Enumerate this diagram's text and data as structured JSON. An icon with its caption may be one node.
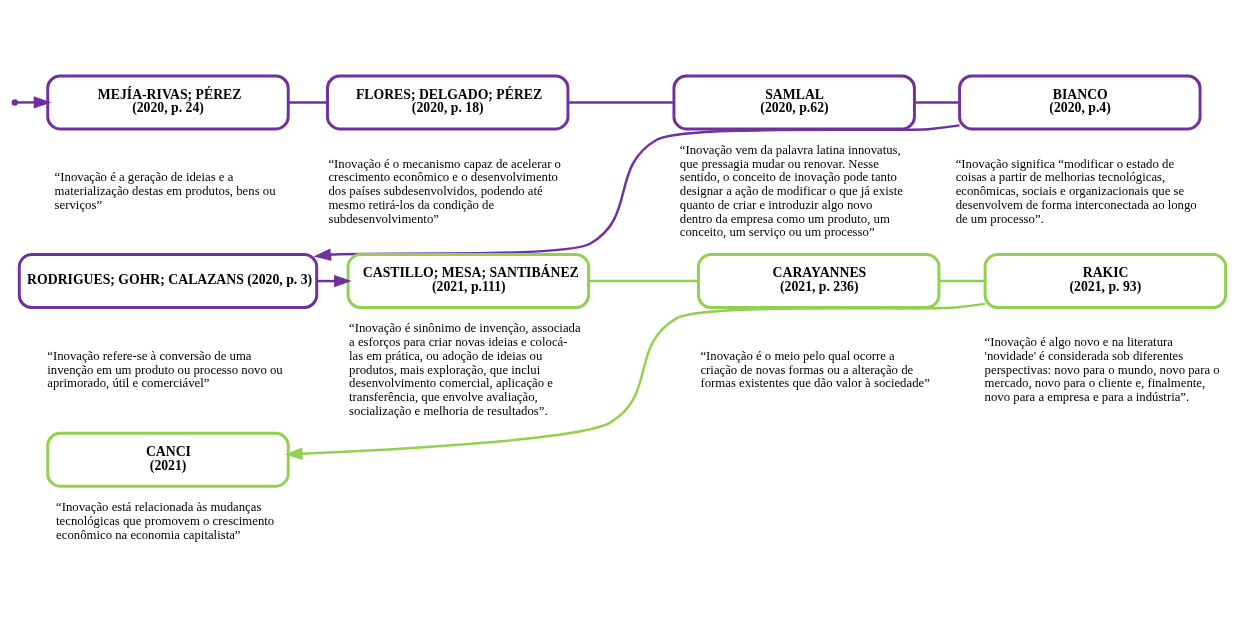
{
  "diagram": {
    "nodes": [
      {
        "text": [
          "MEJÍA-RIVAS; PÉREZ",
          "(2020, p. 24)"
        ],
        "beside": [
          "“Inovação é a geração de ideias e a materialização destas em produtos, bens ou serviços”"
        ]
      },
      {
        "text": [
          "FLORES; DELGADO; PÉREZ",
          "(2020, p. 18)"
        ],
        "beside": [
          "“Inovação é o mecanismo capaz de acelerar o crescimento econômico e o desenvolvimento dos países subdesenvolvidos, podendo até mesmo retirá-los da condição de subdesenvolvimento”"
        ]
      },
      {
        "text": [
          "SAMLAL",
          "(2020, p.62)"
        ],
        "beside": [
          "“Inovação vem da palavra latina innovatus, que pressagia mudar ou renovar. Nesse sentido, o conceito de inovação pode tanto designar a ação de modificar o que já existe quanto de criar e introduzir algo novo dentro da empresa como um produto, um conceito, um serviço ou um processo”"
        ]
      },
      {
        "text": [
          "BIANCO",
          "(2020, p.4)"
        ],
        "beside": [
          "“Inovação significa “modificar o estado de coisas a partir de melhorias tecnológicas, econômicas, sociais e organizacionais que se desenvolvem de forma interconectada ao longo de um processo”."
        ]
      },
      {
        "text": [
          "RODRIGUES; GOHR; CALAZANS (2020, p. 3)"
        ],
        "beside": [
          "“Inovação refere-se à conversão de uma invenção em um produto ou processo novo ou aprimorado, útil e comerciável”"
        ]
      },
      {
        "text": [
          "CASTILLO; MESA; SANTIBÁNEZ",
          "(2021, p.111)"
        ],
        "beside": [
          "“Inovação é sinônimo de invenção, associada a esforços para criar novas ideias e colocá-las em prática, ou adoção de ideias ou produtos, mais exploração, que inclui desenvolvimento comercial, aplicação e transferência, que envolve avaliação, socialização e melhoria de resultados”."
        ]
      },
      {
        "text": [
          "CARAYANNES",
          "(2021, p. 236)"
        ],
        "beside": [
          "“Inovação é o meio pelo qual ocorre a criação de novas formas ou a alteração de formas existentes que dão valor à sociedade”"
        ]
      },
      {
        "text": [
          "RAKIC",
          "(2021, p. 93)"
        ],
        "beside": [
          "“Inovação é algo novo e na literatura 'novidade' é considerada sob diferentes perspectivas: novo para o mundo, novo para o mercado, novo para o cliente e, finalmente, novo para a empresa e para a indústria”."
        ]
      },
      {
        "text": [
          "CANCI",
          "(2021)"
        ],
        "beside": [
          "“Inovação está relacionada às mudanças tecnológicas que promovem o crescimento econômico na economia capitalista”"
        ]
      }
    ],
    "edges": [
      {
        "from": null,
        "to": 0,
        "arrow": "to"
      },
      {
        "from": 0,
        "to": 1,
        "arrow": "none"
      },
      {
        "from": 1,
        "to": 2,
        "arrow": "none"
      },
      {
        "from": 2,
        "to": 3,
        "arrow": "none"
      },
      {
        "from": 3,
        "to": 4,
        "arrow": "to"
      },
      {
        "from": 4,
        "to": 5,
        "arrow": "to"
      },
      {
        "from": 5,
        "to": 6,
        "arrow": "none",
        "color": "#92d050"
      },
      {
        "from": 6,
        "to": 7,
        "arrow": "none",
        "color": "#92d050"
      },
      {
        "from": 7,
        "to": 8,
        "arrow": "to",
        "color": "#92d050"
      }
    ]
  }
}
